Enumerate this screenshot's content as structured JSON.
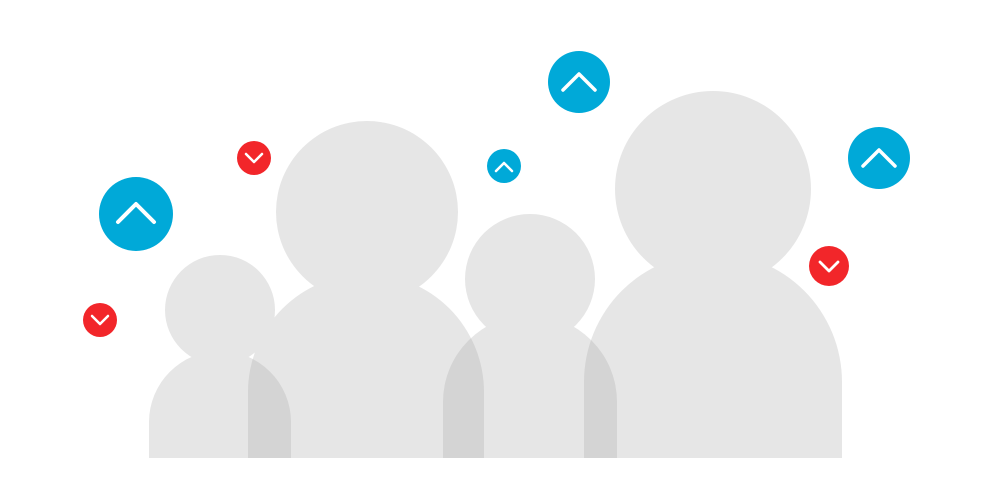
{
  "colors": {
    "background": "#ffffff",
    "person": "#e6e6e6",
    "person_overlap": "#d4d4d4",
    "up_badge": "#00a9d8",
    "down_badge": "#f2262a",
    "chevron": "#ffffff"
  },
  "figures": [
    {
      "name": "person-figure-small-left"
    },
    {
      "name": "person-figure-large-left"
    },
    {
      "name": "person-figure-small-right"
    },
    {
      "name": "person-figure-large-right"
    }
  ],
  "badges": [
    {
      "direction": "up",
      "icon": "chevron-up-icon"
    },
    {
      "direction": "up",
      "icon": "chevron-up-icon"
    },
    {
      "direction": "up",
      "icon": "chevron-up-icon"
    },
    {
      "direction": "up",
      "icon": "chevron-up-icon"
    },
    {
      "direction": "down",
      "icon": "chevron-down-icon"
    },
    {
      "direction": "down",
      "icon": "chevron-down-icon"
    },
    {
      "direction": "down",
      "icon": "chevron-down-icon"
    }
  ]
}
